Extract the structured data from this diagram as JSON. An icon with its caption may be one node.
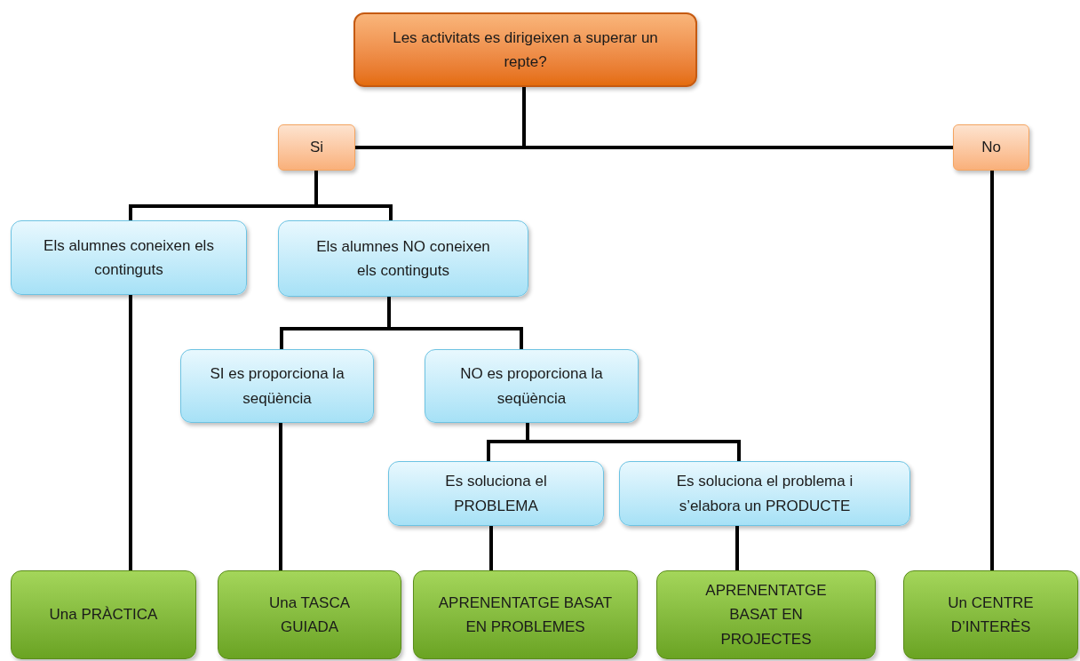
{
  "diagram": {
    "nodes": [
      {
        "text": [
          "Les activitats es dirigeixen a superar un repte?"
        ]
      },
      {
        "text": [
          "Si"
        ]
      },
      {
        "text": [
          "No"
        ]
      },
      {
        "text": [
          "Els alumnes coneixen els continguts"
        ]
      },
      {
        "text": [
          "Els alumnes NO coneixen els continguts"
        ]
      },
      {
        "text": [
          "SI es proporciona la seqüència"
        ]
      },
      {
        "text": [
          "NO es proporciona la seqüència"
        ]
      },
      {
        "text": [
          "Es soluciona el PROBLEMA"
        ]
      },
      {
        "text": [
          "Es soluciona el problema i s’elabora un PRODUCTE"
        ]
      },
      {
        "text": [
          "Una PRÀCTICA"
        ]
      },
      {
        "text": [
          "Una TASCA GUIADA"
        ]
      },
      {
        "text": [
          "APRENENTATGE BASAT EN PROBLEMES"
        ]
      },
      {
        "text": [
          "APRENENTATGE BASAT EN PROJECTES"
        ]
      },
      {
        "text": [
          "Un CENTRE D’INTERÈS"
        ]
      }
    ],
    "edges": [
      {
        "from": 0,
        "to": 1,
        "arrow": "none"
      },
      {
        "from": 0,
        "to": 2,
        "arrow": "none"
      },
      {
        "from": 1,
        "to": 3,
        "arrow": "none"
      },
      {
        "from": 1,
        "to": 4,
        "arrow": "none"
      },
      {
        "from": 4,
        "to": 5,
        "arrow": "none"
      },
      {
        "from": 4,
        "to": 6,
        "arrow": "none"
      },
      {
        "from": 6,
        "to": 7,
        "arrow": "none"
      },
      {
        "from": 6,
        "to": 8,
        "arrow": "none"
      },
      {
        "from": 3,
        "to": 9,
        "arrow": "none"
      },
      {
        "from": 5,
        "to": 10,
        "arrow": "none"
      },
      {
        "from": 7,
        "to": 11,
        "arrow": "none"
      },
      {
        "from": 8,
        "to": 12,
        "arrow": "none"
      },
      {
        "from": 2,
        "to": 13,
        "arrow": "none"
      }
    ]
  }
}
